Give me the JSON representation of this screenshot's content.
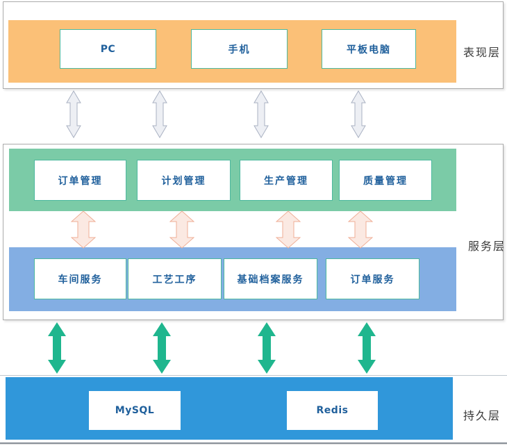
{
  "layers": {
    "presentation": {
      "label": "表现层",
      "boxes": [
        "PC",
        "手机",
        "平板电脑"
      ]
    },
    "service": {
      "label": "服务层",
      "management_row": [
        "订单管理",
        "计划管理",
        "生产管理",
        "质量管理"
      ],
      "service_row": [
        "车间服务",
        "工艺工序",
        "基础档案服务",
        "订单服务"
      ]
    },
    "persistence": {
      "label": "持久层",
      "boxes": [
        "MySQL",
        "Redis"
      ]
    }
  },
  "colors": {
    "presentation_band": "#fbc077",
    "management_band": "#7bcba7",
    "service_band": "#83aee3",
    "persistence_band": "#3097da",
    "node_border": "#4db89e",
    "node_text": "#20609c",
    "layer_label_text": "#3a3a3a",
    "gray_arrow_fill": "#edeff4",
    "gray_arrow_stroke": "#a9b1c2",
    "pink_arrow_fill": "#fbe9e2",
    "pink_arrow_stroke": "#efae96",
    "teal_arrow_fill": "#1fb68e",
    "container_border": "#ababab"
  }
}
